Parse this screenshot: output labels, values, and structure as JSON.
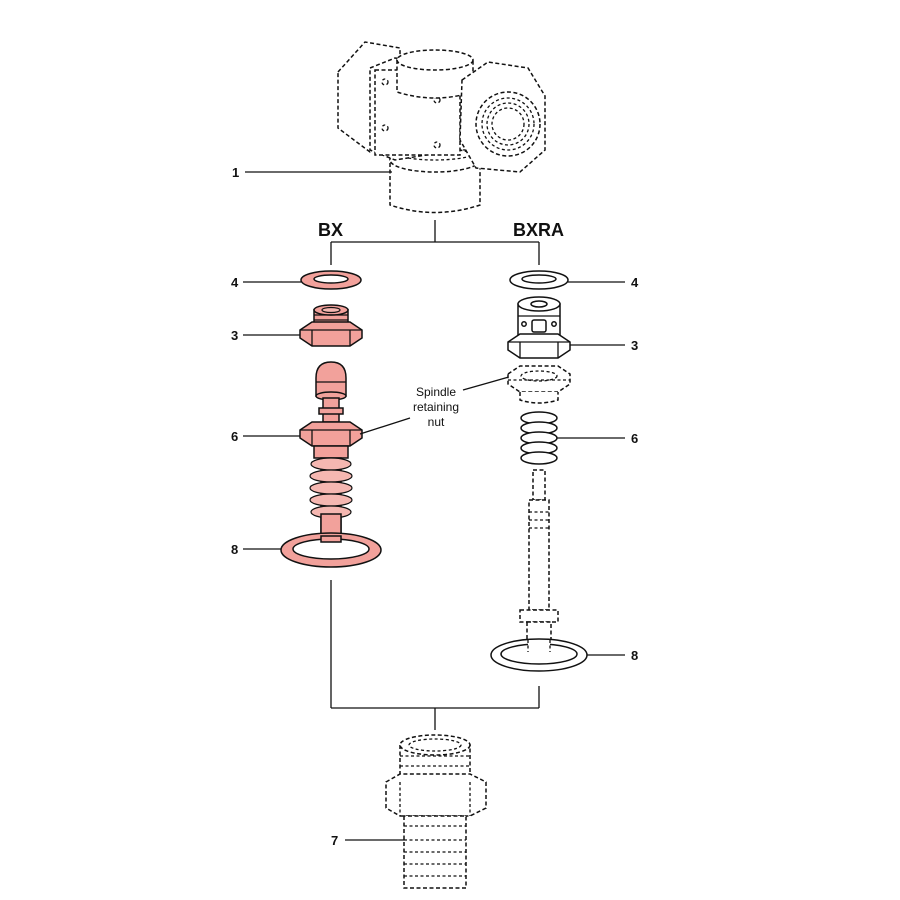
{
  "diagram": {
    "variant_left": "BX",
    "variant_right": "BXRA",
    "callout_note": [
      "Spindle",
      "retaining",
      "nut"
    ],
    "part_labels": {
      "body": "1",
      "washer_left": "4",
      "washer_right": "4",
      "bonnet_left": "3",
      "bonnet_right": "3",
      "spindle_left": "6",
      "spring_right": "6",
      "seal_left": "8",
      "seal_right": "8",
      "tailpiece": "7"
    },
    "colors": {
      "highlight": "#f2a19b",
      "outline": "#111111"
    }
  }
}
